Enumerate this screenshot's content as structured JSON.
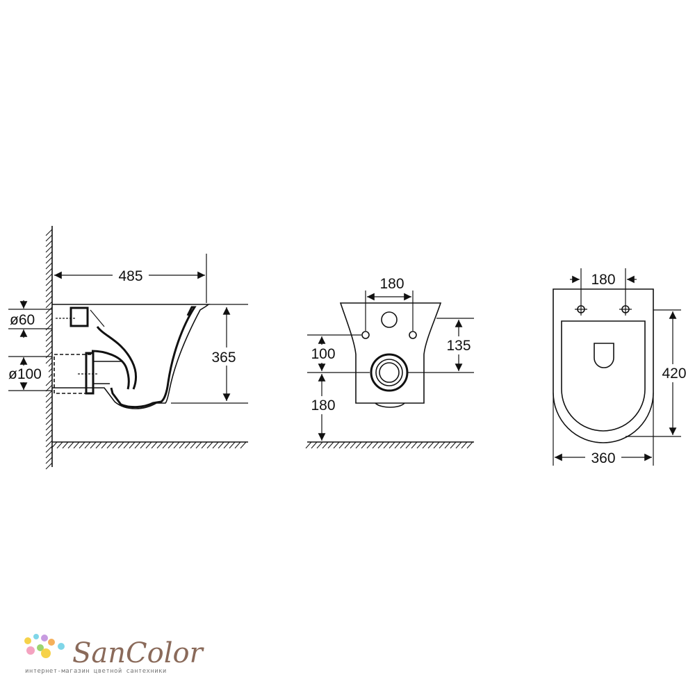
{
  "side_view": {
    "width": "485",
    "height": "365",
    "inlet_diameter": "ø60",
    "outlet_diameter": "ø100"
  },
  "front_view": {
    "bolt_spacing": "180",
    "bolt_to_outlet": "100",
    "outlet_height": "180",
    "inlet_offset": "135"
  },
  "top_view": {
    "bolt_spacing": "180",
    "length": "420",
    "width": "360"
  },
  "brand": {
    "name": "SanColor",
    "tagline": "интернет-магазин цветной сантехники",
    "dot_colors": [
      "#f6d24a",
      "#7fd6e8",
      "#c79be0",
      "#f4a3c0",
      "#9bd46f",
      "#f5b05b"
    ]
  }
}
